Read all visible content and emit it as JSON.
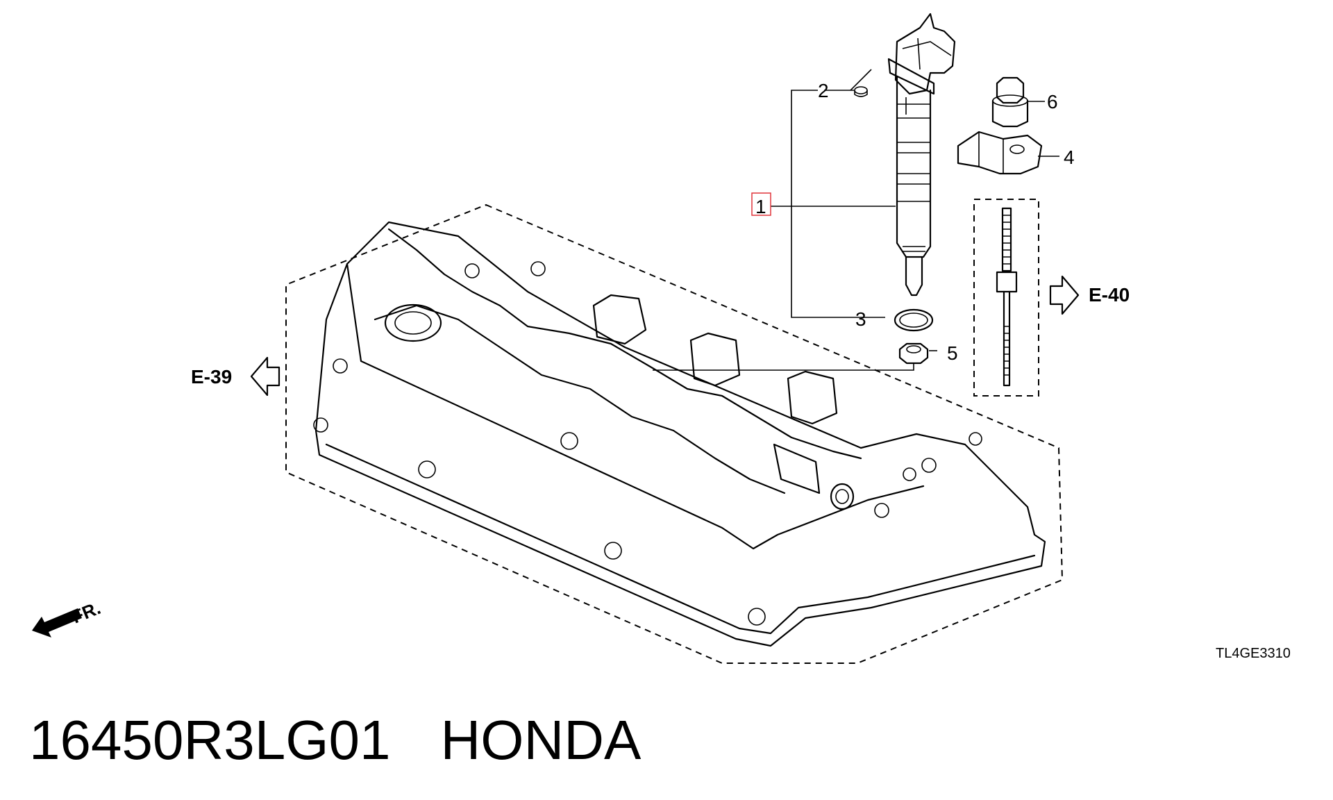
{
  "callouts": {
    "c1": "1",
    "c2": "2",
    "c3": "3",
    "c4": "4",
    "c5": "5",
    "c6": "6"
  },
  "references": {
    "left": "E-39",
    "right": "E-40"
  },
  "front_label": "FR.",
  "diagram_code": "TL4GE3310",
  "part_number": "16450R3LG01",
  "brand": "HONDA",
  "colors": {
    "highlight": "#e0343a",
    "ink": "#000000"
  }
}
